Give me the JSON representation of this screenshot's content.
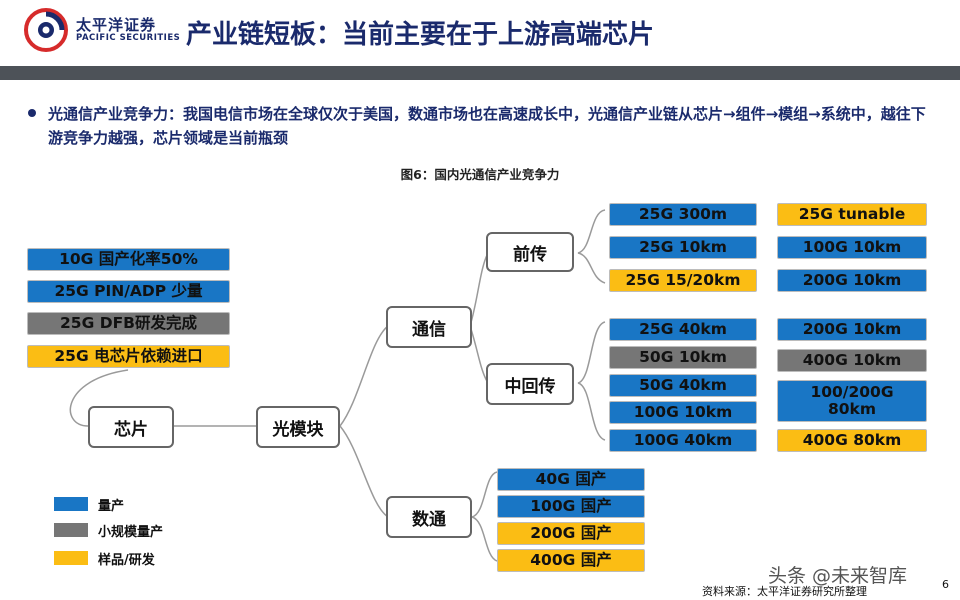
{
  "header": {
    "brand_cn": "太平洋证券",
    "brand_en": "PACIFIC SECURITIES",
    "title": "产业链短板：当前主要在于上游高端芯片"
  },
  "bullet": {
    "text": "光通信产业竞争力：我国电信市场在全球仅次于美国，数通市场也在高速成长中，光通信产业链从芯片→组件→模组→系统中，越往下游竞争力越强，芯片领域是当前瓶颈"
  },
  "figure": {
    "caption": "图6：国内光通信产业竞争力"
  },
  "colors": {
    "mass": "#1976c5",
    "small": "#767676",
    "sample": "#fbbd14",
    "navy": "#1a2a6c",
    "header_bar": "#4d5258"
  },
  "nodes": {
    "chip": "芯片",
    "module": "光模块",
    "telecom": "通信",
    "datacom": "数通",
    "fronthaul": "前传",
    "midhaul": "中回传"
  },
  "chip_status": [
    {
      "label": "10G 国产化率50%",
      "status": "blue"
    },
    {
      "label": "25G PIN/ADP 少量",
      "status": "blue"
    },
    {
      "label": "25G DFB研发完成",
      "status": "grey"
    },
    {
      "label": "25G 电芯片依赖进口",
      "status": "yellow"
    }
  ],
  "fronthaul_left": [
    {
      "label": "25G 300m",
      "status": "blue"
    },
    {
      "label": "25G 10km",
      "status": "blue"
    },
    {
      "label": "25G 15/20km",
      "status": "yellow"
    }
  ],
  "fronthaul_right": [
    {
      "label": "25G tunable",
      "status": "yellow"
    },
    {
      "label": "100G 10km",
      "status": "blue"
    },
    {
      "label": "200G 10km",
      "status": "blue"
    }
  ],
  "midhaul_left": [
    {
      "label": "25G 40km",
      "status": "blue"
    },
    {
      "label": "50G 10km",
      "status": "grey"
    },
    {
      "label": "50G 40km",
      "status": "blue"
    },
    {
      "label": "100G 10km",
      "status": "blue"
    },
    {
      "label": "100G 40km",
      "status": "blue"
    }
  ],
  "midhaul_right": [
    {
      "label": "200G 10km",
      "status": "blue"
    },
    {
      "label": "400G 10km",
      "status": "grey"
    },
    {
      "label": "100/200G\n80km",
      "status": "blue"
    },
    {
      "label": "400G 80km",
      "status": "yellow"
    }
  ],
  "datacom_list": [
    {
      "label": "40G 国产",
      "status": "blue"
    },
    {
      "label": "100G 国产",
      "status": "blue"
    },
    {
      "label": "200G 国产",
      "status": "yellow"
    },
    {
      "label": "400G 国产",
      "status": "yellow"
    }
  ],
  "legend": [
    {
      "label": "量产",
      "status": "blue"
    },
    {
      "label": "小规模量产",
      "status": "grey"
    },
    {
      "label": "样品/研发",
      "status": "yellow"
    }
  ],
  "footer": {
    "watermark": "头条 @未来智库",
    "source": "资料来源：太平洋证券研究所整理",
    "page_number": "6"
  }
}
